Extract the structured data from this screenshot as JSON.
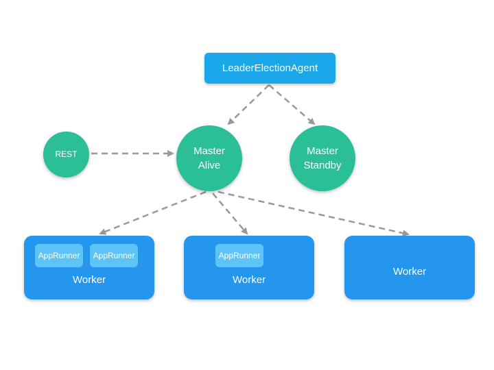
{
  "diagram": {
    "leader_agent": "LeaderElectionAgent",
    "rest": "REST",
    "master_alive": {
      "line1": "Master",
      "line2": "Alive"
    },
    "master_standby": {
      "line1": "Master",
      "line2": "Standby"
    },
    "workers": [
      {
        "label": "Worker",
        "runners": [
          "AppRunner",
          "AppRunner"
        ]
      },
      {
        "label": "Worker",
        "runners": [
          "AppRunner"
        ]
      },
      {
        "label": "Worker",
        "runners": []
      }
    ]
  },
  "colors": {
    "agent": "#1ba8ea",
    "master": "#2bbf97",
    "worker": "#2496ee",
    "app_runner": "#5ec4f7",
    "arrow": "#999999"
  }
}
